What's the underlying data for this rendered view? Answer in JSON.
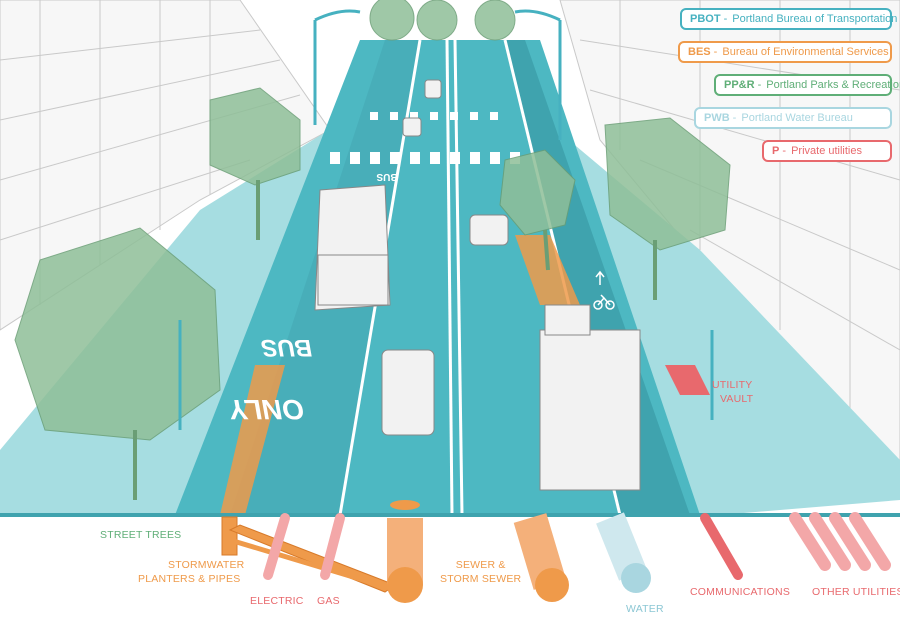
{
  "colors": {
    "pbot": "#46b1c0",
    "bes": "#ef9a4a",
    "ppr": "#5fae77",
    "pwb": "#a9d6e0",
    "private": "#e8696d",
    "road": "#4db8c2",
    "sidewalk": "#a6dde1",
    "tree": "#8fbf98"
  },
  "legend": [
    {
      "abbr": "PBOT",
      "name": "Portland Bureau of Transportation",
      "color": "#46b1c0"
    },
    {
      "abbr": "BES",
      "name": "Bureau of Environmental Services",
      "color": "#ef9a4a"
    },
    {
      "abbr": "PP&R",
      "name": "Portland Parks & Recreation",
      "color": "#5fae77"
    },
    {
      "abbr": "PWB",
      "name": "Portland Water Bureau",
      "color": "#a9d6e0"
    },
    {
      "abbr": "P",
      "name": "Private utilities",
      "color": "#e8696d"
    }
  ],
  "labels": {
    "street_trees": "STREET TREES",
    "stormwater_line1": "STORMWATER",
    "stormwater_line2": "PLANTERS & PIPES",
    "electric": "ELECTRIC",
    "gas": "GAS",
    "sewer_line1": "SEWER &",
    "sewer_line2": "STORM SEWER",
    "water": "WATER",
    "communications": "COMMUNICATIONS",
    "other_utilities": "OTHER UTILITIES",
    "utility_vault_line1": "UTILITY",
    "utility_vault_line2": "VAULT",
    "bus_lane_text_1": "BUS",
    "bus_lane_text_2": "ONLY",
    "bus_lane_far": "BUS"
  }
}
